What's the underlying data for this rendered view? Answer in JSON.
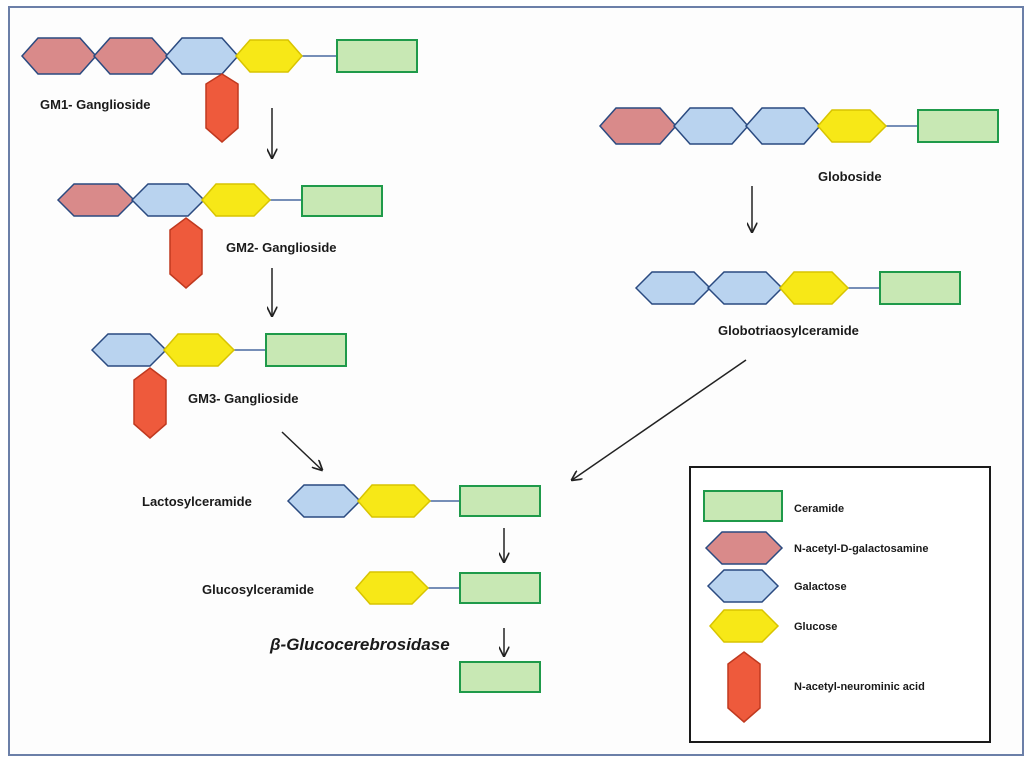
{
  "colors": {
    "ceramide_fill": "#c8e8b4",
    "ceramide_stroke": "#1f9a4a",
    "galnac_fill": "#d98a8a",
    "galnac_stroke": "#2a4a80",
    "galactose_fill": "#b9d3ef",
    "galactose_stroke": "#2a4a80",
    "glucose_fill": "#f7e817",
    "glucose_stroke": "#d8c400",
    "neuraminic_fill": "#ee5a3c",
    "neuraminic_stroke": "#c0391f",
    "arrow": "#222222"
  },
  "labels": {
    "gm1": "GM1- Ganglioside",
    "gm2": "GM2- Ganglioside",
    "gm3": "GM3- Ganglioside",
    "globoside": "Globoside",
    "globotriaosylceramide": "Globotriaosylceramide",
    "lactosylceramide": "Lactosylceramide",
    "glucosylceramide": "Glucosylceramide",
    "enzyme": "β-Glucocerebrosidase"
  },
  "legend": {
    "ceramide": "Ceramide",
    "galnac": "N-acetyl-D-galactosamine",
    "galactose": "Galactose",
    "glucose": "Glucose",
    "neuraminic": "N-acetyl-neurominic acid"
  }
}
